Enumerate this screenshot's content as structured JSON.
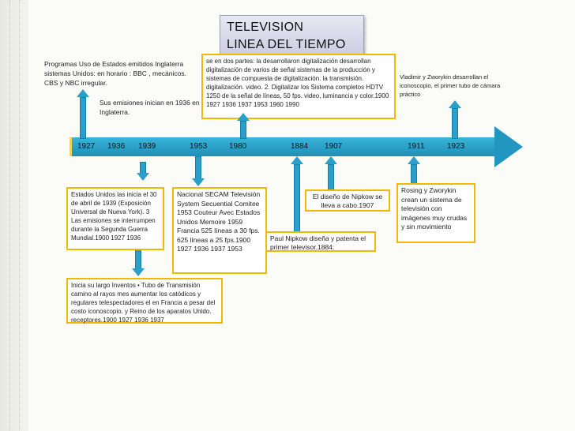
{
  "title": {
    "line1": "TELEVISION",
    "line2": "LINEA DEL TIEMPO"
  },
  "timeline_years": [
    "1927",
    "1936",
    "1939",
    "1953",
    "1980",
    "1884",
    "1907",
    "1911",
    "1923"
  ],
  "top_boxes": {
    "b1": "Programas Uso de Estados emitidos Inglaterra sistemas Unidos: en horario : BBC , mecánicos. CBS y NBC irregular.",
    "b2": "Sus emisiones inician en 1936 en Inglaterra.",
    "b3": "se en dos partes: la desarrollaron digitalización desarrollan digitalización de varios de señal sistemas de la producción y sistemas de compuesta de digitalización. la transmisión. digitalización. video. 2. Digitalizar los Sistema completos HDTV 1250 de la señal de líneas, 50 fps. video, luminancia y color.1900 1927 1936 1937 1953 1960 1990",
    "b4": "Vladimir y Zworykin desarrollan el iconoscopio, el primer tubo de cámara práctico"
  },
  "bottom_boxes": {
    "b5": "Estados Unidos las inicia el 30 de abril de 1939 (Exposición Universal de Nueva York). 3 Las emisiones se interrumpen durante la Segunda Guerra Mundial.1900 1927 1936",
    "b6": "Nacional SECAM Televisión System Secuential Comitee 1953 Couteur Avec Estados Unidos Memoire 1959 Francia 525 líneas a 30 fps. 625 líneas a 25 fps.1900 1927 1936 1937 1953",
    "b7": "El diseño de Nipkow se lleva a cabo.1907",
    "b8": "Paul Nipkow diseña y patenta el primer televisor.1884:",
    "b9": "Rosing y Zworykin crean un sistema de televisión con imágenes muy crudas y sin movimiento",
    "b10": "Inicia su largo Inventos • Tubo de Transmisión camino al rayos mes aumentar los catódicos y regulares telespectadores el en Francia a pesar del costo iconoscopio. y Reino de los aparatos Unido. receptores.1900 1927 1936 1937"
  },
  "colors": {
    "box_border": "#f5b800",
    "timeline": "#2a9fc9",
    "title_bg": "#d8d9ea"
  }
}
